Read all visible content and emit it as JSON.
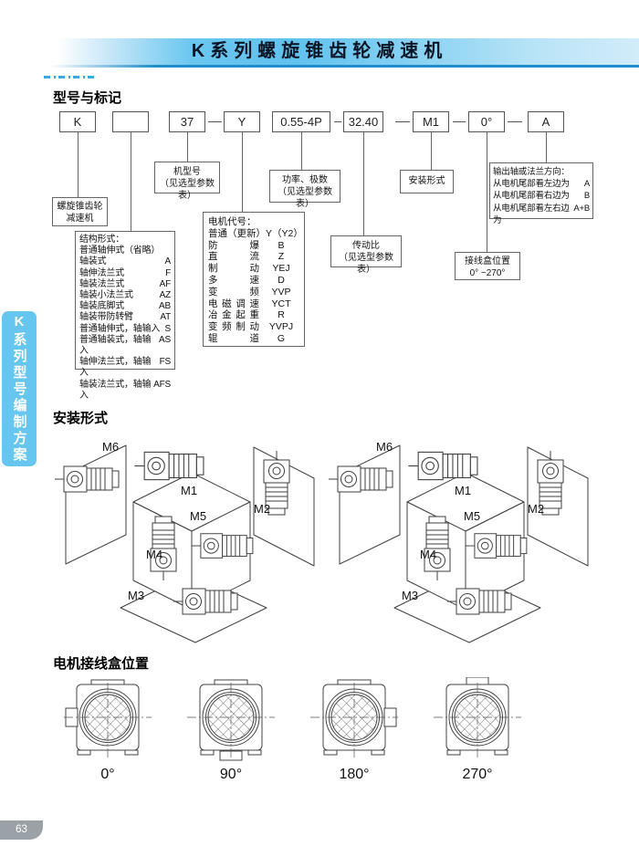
{
  "header": {
    "title": "K系列螺旋锥齿轮减速机"
  },
  "sidebar": {
    "tab_label": "K系列型号编制方案"
  },
  "page": {
    "number": "63"
  },
  "model_section": {
    "heading": "型号与标记",
    "code_boxes": [
      "K",
      "",
      "37",
      "Y",
      "0.55-4P",
      "32.40",
      "M1",
      "0°",
      "A"
    ],
    "reducer_note": {
      "line1": "螺旋锥齿轮",
      "line2": "减速机"
    },
    "frame_note": {
      "line1": "机型号",
      "line2": "（见选型参数表）"
    },
    "power_note": {
      "line1": "功率、极数",
      "line2": "（见选型参数表）"
    },
    "mounting_note": "安装形式",
    "ratio_note": {
      "line1": "传动比",
      "line2": "（见选型参数表）"
    },
    "junction_note": {
      "line1": "接线盒位置",
      "line2": "0° ~270°"
    },
    "output_note": {
      "title": "输出轴或法兰方向：",
      "items": [
        {
          "label": "从电机尾部看左边为",
          "code": "A"
        },
        {
          "label": "从电机尾部看右边为",
          "code": "B"
        },
        {
          "label": "从电机尾部看左右边为",
          "code": "A+B"
        }
      ]
    },
    "structure_note": {
      "title": "结构形式：",
      "subtitle": "普通轴伸式（省略）",
      "items": [
        {
          "label": "轴装式",
          "code": "A"
        },
        {
          "label": "轴伸法兰式",
          "code": "F"
        },
        {
          "label": "轴装法兰式",
          "code": "AF"
        },
        {
          "label": "轴装小法兰式",
          "code": "AZ"
        },
        {
          "label": "轴装底脚式",
          "code": "AB"
        },
        {
          "label": "轴装带防转臂",
          "code": "AT"
        },
        {
          "label": "普通轴伸式，轴输入",
          "code": "S"
        },
        {
          "label": "普通轴装式，轴输入",
          "code": "AS"
        },
        {
          "label": "轴伸法兰式，轴输入",
          "code": "FS"
        },
        {
          "label": "轴装法兰式，轴输入",
          "code": "AFS"
        }
      ]
    },
    "motor_note": {
      "title": "电机代号：",
      "subtitle": "普通（更新）Y（Y2）",
      "items": [
        {
          "label": "防爆",
          "code": "B"
        },
        {
          "label": "直流",
          "code": "Z"
        },
        {
          "label": "制动",
          "code": "YEJ"
        },
        {
          "label": "多速",
          "code": "D"
        },
        {
          "label": "变频",
          "code": "YVP"
        },
        {
          "label": "电磁调速",
          "code": "YCT"
        },
        {
          "label": "冶金起重",
          "code": "R"
        },
        {
          "label": "变频制动",
          "code": "YVPJ"
        },
        {
          "label": "辊道",
          "code": "G"
        }
      ]
    }
  },
  "mounting_section": {
    "heading": "安装形式",
    "labels": {
      "m1": "M1",
      "m2": "M2",
      "m3": "M3",
      "m4": "M4",
      "m5": "M5",
      "m6": "M6"
    }
  },
  "junction_section": {
    "heading": "电机接线盒位置",
    "angles": [
      "0°",
      "90°",
      "180°",
      "270°"
    ]
  },
  "colors": {
    "band_blue": "#66c4ee",
    "line_blue": "#1e8dc9",
    "tab_blue": "#67c6ef",
    "badge_gray": "#9aa2a8"
  }
}
